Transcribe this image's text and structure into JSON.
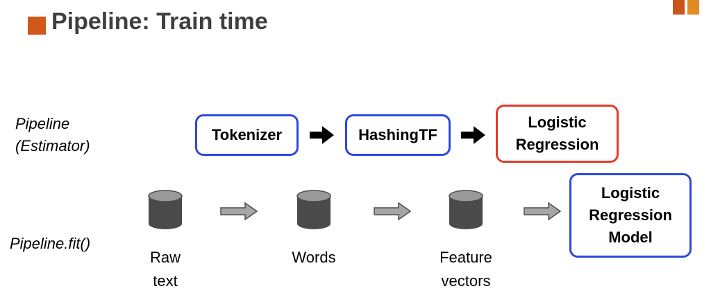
{
  "title": "Pipeline: Train time",
  "colors": {
    "accent_orange": "#d2581a",
    "corner_orange_dark": "#c9551a",
    "corner_orange_light": "#e38b23",
    "title_gray": "#3f3f3f",
    "box_blue": "#2c48e0",
    "box_red": "#e63a2a",
    "cylinder_dark": "#4a4a4a",
    "cylinder_top": "#9a9a9a",
    "arrow_gray": "#a6a6a6"
  },
  "rows": {
    "estimator_label": "Pipeline\n(Estimator)",
    "fit_label": "Pipeline.fit()"
  },
  "stages": [
    {
      "label": "Tokenizer"
    },
    {
      "label": "HashingTF"
    },
    {
      "label": "Logistic\nRegression"
    }
  ],
  "data_items": [
    {
      "label": "Raw\ntext"
    },
    {
      "label": "Words"
    },
    {
      "label": "Feature\nvectors"
    }
  ],
  "output": {
    "label": "Logistic\nRegression\nModel"
  },
  "icons": {
    "stage_arrow": "black-right-arrow-icon",
    "data_arrow": "gray-outline-right-arrow-icon",
    "data_store": "cylinder-database-icon"
  }
}
